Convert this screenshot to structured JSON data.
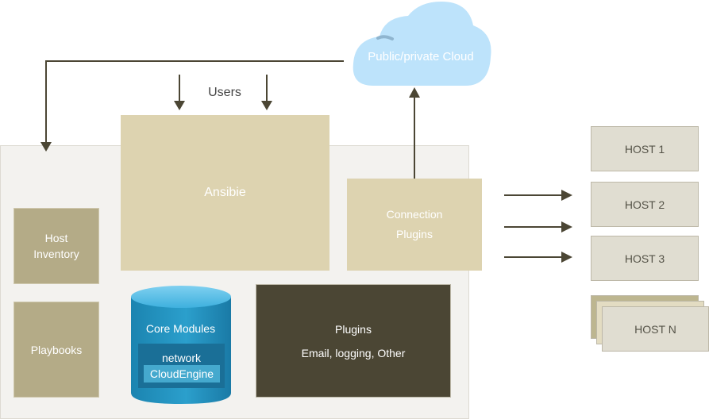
{
  "diagram": {
    "users_label": "Users",
    "cloud_label": "Public/private Cloud",
    "ansible_label": "Ansibie",
    "connection_plugins": {
      "line1": "Connection",
      "line2": "Plugins"
    },
    "host_inventory": {
      "line1": "Host",
      "line2": "Inventory"
    },
    "playbooks_label": "Playbooks",
    "core_modules": {
      "title": "Core Modules",
      "network": "network",
      "cloudengine": "CloudEngine"
    },
    "plugins": {
      "title": "Plugins",
      "subtitle": "Email, logging, Other"
    },
    "hosts": [
      "HOST 1",
      "HOST 2",
      "HOST 3",
      "HOST N"
    ]
  },
  "colors": {
    "panel_bg": "#f3f2ef",
    "tan": "#ddd3b0",
    "olive": "#b4ab87",
    "dark": "#4b4634",
    "host_bg": "#e0ddd1",
    "cloud": "#bde3fb",
    "cylinder": "#1e8fbd",
    "arrow": "#4b4634"
  }
}
